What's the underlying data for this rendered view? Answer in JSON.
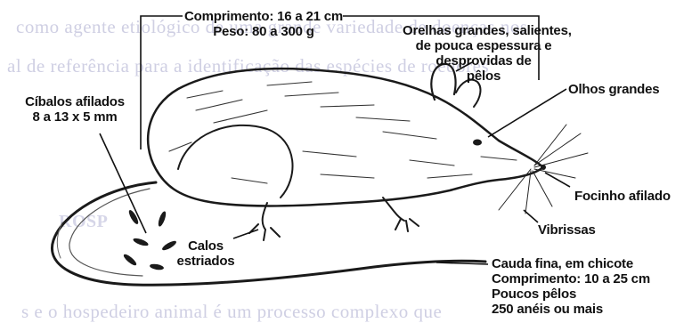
{
  "background_text": {
    "line1": "como agente etiológico de uma grande variedade de doenças nos",
    "line2": "al de referência para a identificação das espécies de roedores",
    "heading": "ROSP",
    "line4": "s e o hospedeiro animal é um processo complexo que"
  },
  "labels": {
    "size": [
      "Comprimento: 16 a 21 cm",
      "Peso: 80 a 300 g"
    ],
    "ears": [
      "Orelhas grandes, salientes,",
      "de pouca espessura e",
      "desprovidas de",
      "pêlos"
    ],
    "eyes": "Olhos grandes",
    "droppings": [
      "Cíbalos afilados",
      "8 a 13 x 5 mm"
    ],
    "snout": "Focinho afilado",
    "whiskers": "Vibrissas",
    "calluses": [
      "Calos",
      "estriados"
    ],
    "tail": [
      "Cauda fina, em chicote",
      "Comprimento: 10 a 25 cm",
      "Poucos pêlos",
      "250 anéis ou mais"
    ]
  },
  "colors": {
    "ink": "#111111",
    "background_text": "#cfcfe3"
  }
}
